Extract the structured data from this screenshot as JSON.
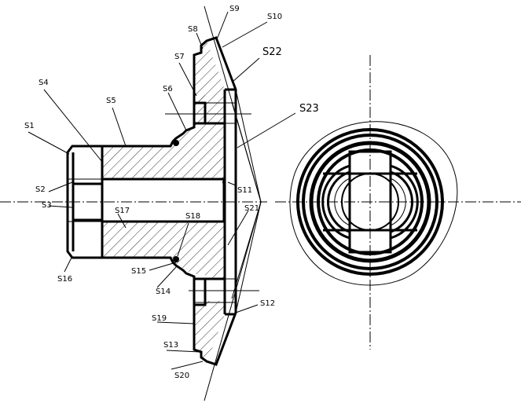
{
  "labels": {
    "s1": "S1",
    "s2": "S2",
    "s3": "S3",
    "s4": "S4",
    "s5": "S5",
    "s6": "S6",
    "s7": "S7",
    "s8": "S8",
    "s9": "S9",
    "s10": "S10",
    "s11": "S11",
    "s12": "S12",
    "s13": "S13",
    "s14": "S14",
    "s15": "S15",
    "s16": "S16",
    "s17": "S17",
    "s18": "S18",
    "s19": "S19",
    "s20": "S20",
    "s21": "S21",
    "s22": "S22",
    "s23": "S23"
  }
}
